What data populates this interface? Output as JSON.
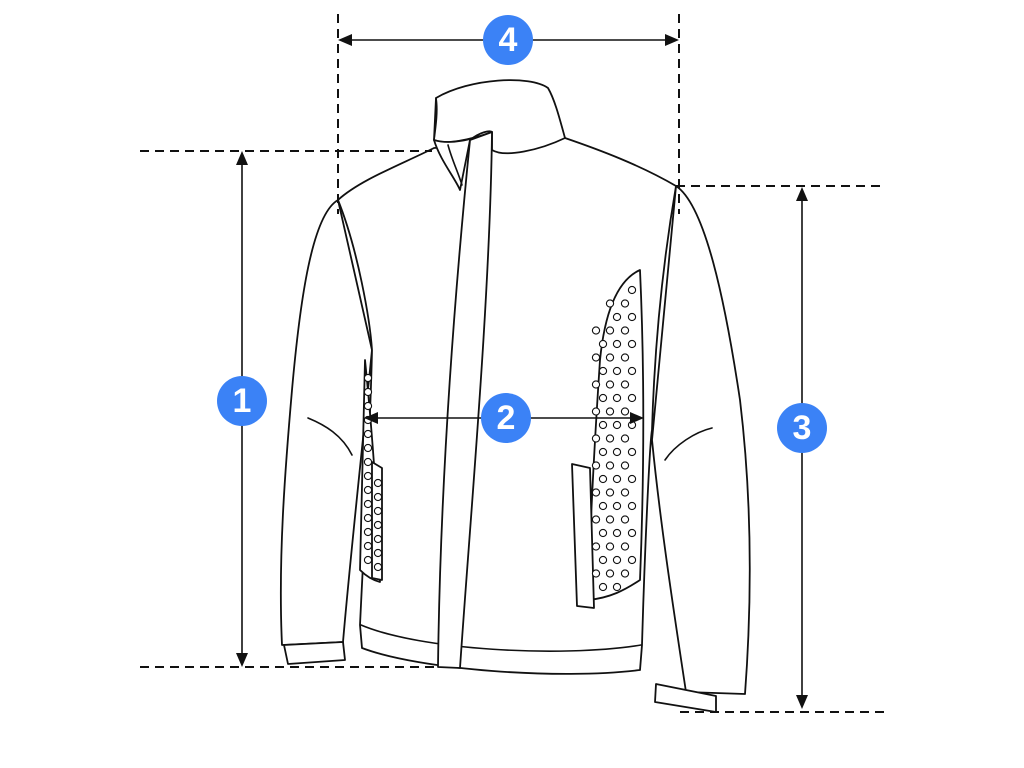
{
  "diagram": {
    "badge_color": "#3b82f6",
    "line_color": "#111111",
    "measurements": [
      {
        "id": "1",
        "label": "1"
      },
      {
        "id": "2",
        "label": "2"
      },
      {
        "id": "3",
        "label": "3"
      },
      {
        "id": "4",
        "label": "4"
      }
    ]
  }
}
